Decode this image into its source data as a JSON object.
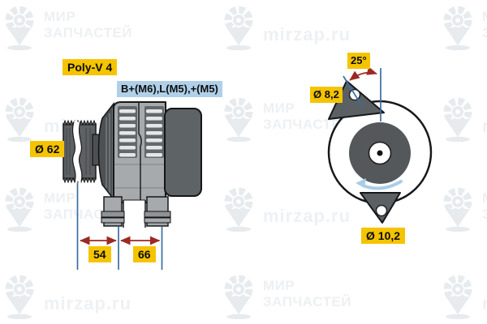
{
  "watermark": {
    "brand_line1": "МИР",
    "brand_line2": "ЗАПЧАСТЕЙ",
    "site": "mirzap.ru"
  },
  "diagram": {
    "subject": "Alternator dimensional drawing, side view and rear view",
    "labels": {
      "belt_type": "Poly-V 4",
      "terminals": "B+(M6),L(M5),+(M5)",
      "pulley_diameter": "Ø 62",
      "dim_left": "54",
      "dim_right": "66",
      "mount_angle": "25°",
      "hole_top_diameter": "Ø 8,2",
      "hole_bottom_diameter": "Ø 10,2"
    },
    "colors": {
      "label_yellow": "#f5c400",
      "label_blue": "#afd0e8",
      "dimension_red": "#9e2823",
      "dimension_blue": "#3a6da3",
      "rotation_arrow_blue": "#a9cde9"
    }
  }
}
